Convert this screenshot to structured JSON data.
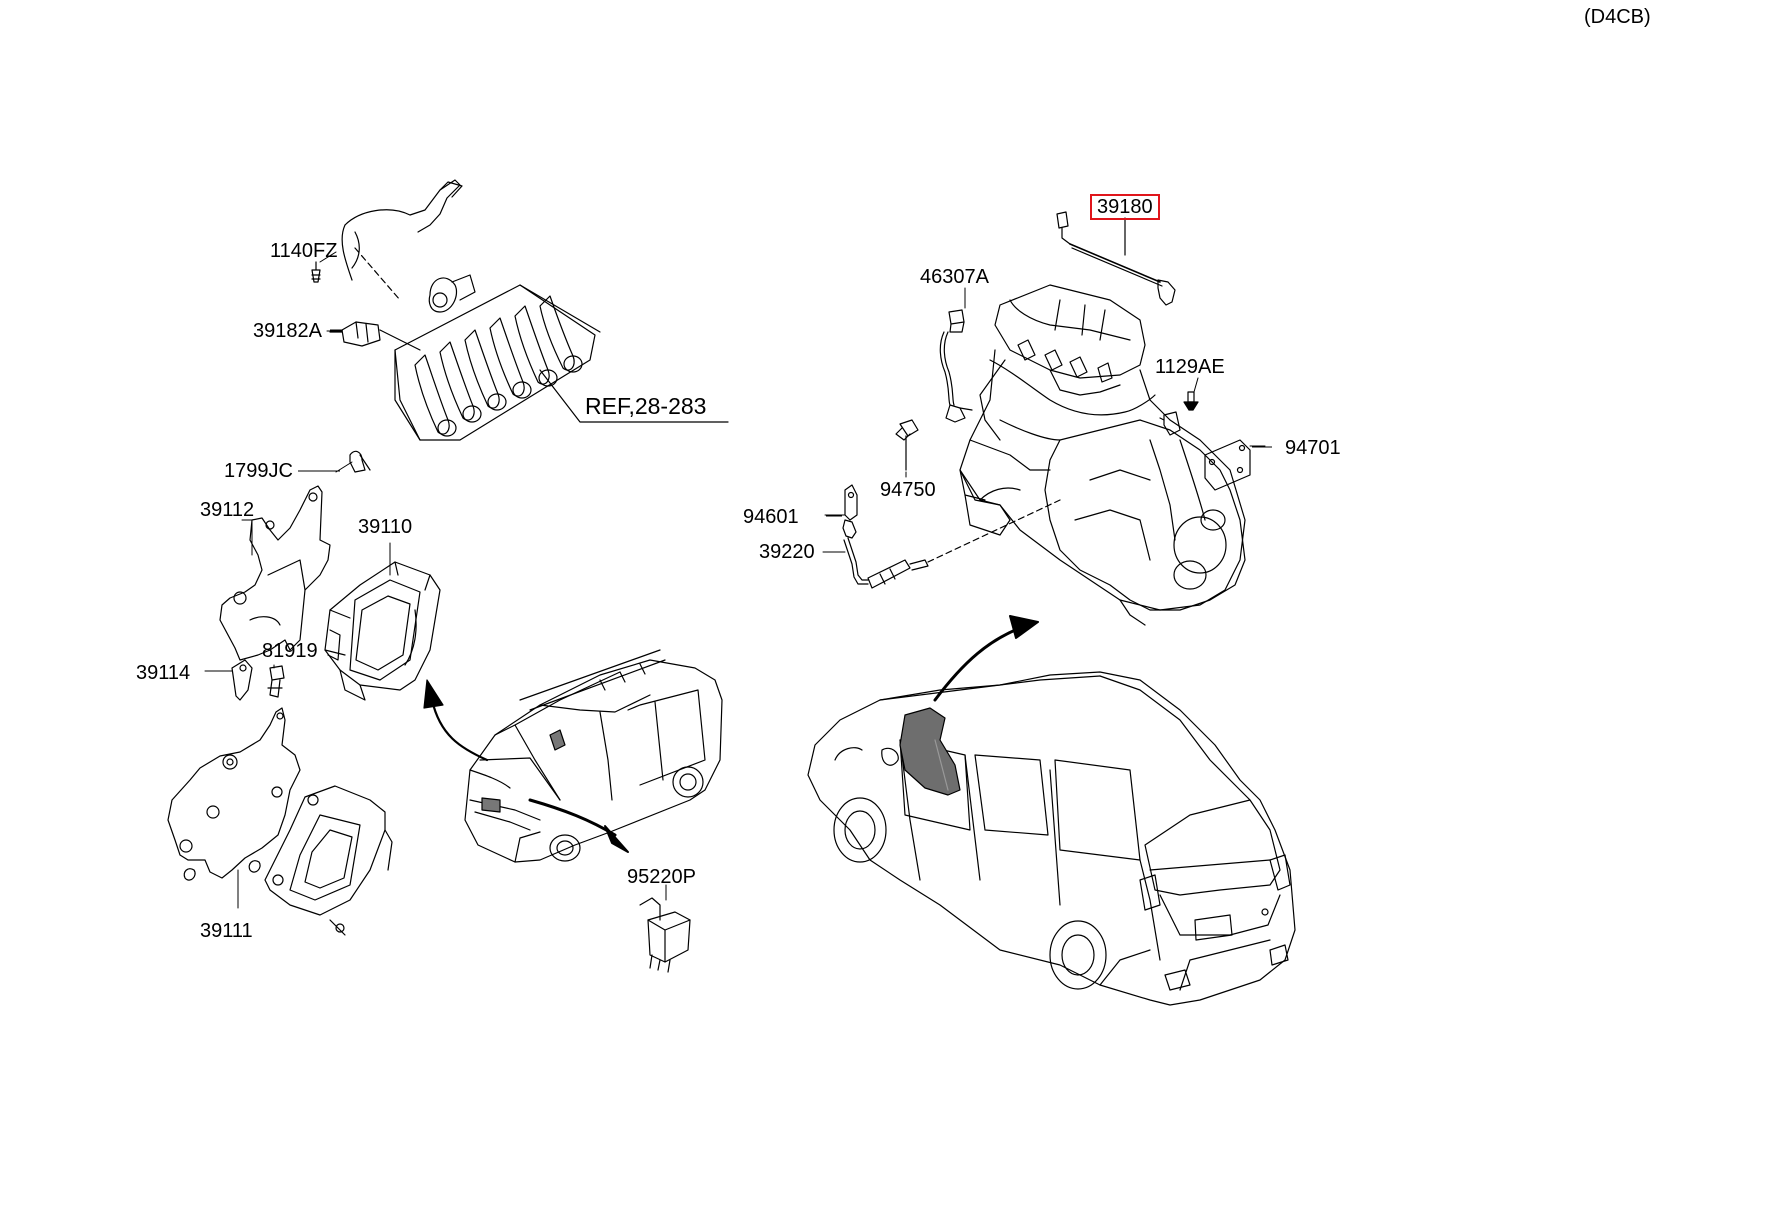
{
  "diagram": {
    "variant": "(D4CB)",
    "highlighted_part": "39180",
    "reference": "REF,28-283",
    "parts": {
      "p1140FZ": "1140FZ",
      "p39182A": "39182A",
      "p1799JC": "1799JC",
      "p39112": "39112",
      "p39110": "39110",
      "p39114": "39114",
      "p81919": "81919",
      "p39111": "39111",
      "p95220P": "95220P",
      "p39180": "39180",
      "p46307A": "46307A",
      "p1129AE": "1129AE",
      "p94701": "94701",
      "p94750": "94750",
      "p94601": "94601",
      "p39220": "39220"
    },
    "highlight_color": "#e0151b",
    "line_color": "#000000",
    "fill_shaded": "#777777"
  }
}
